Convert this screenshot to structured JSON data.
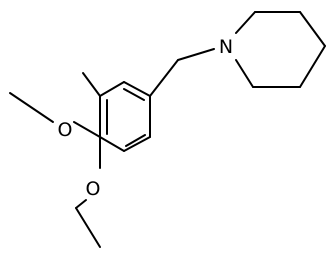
{
  "molecule": {
    "atoms": {
      "nitrogen": "N",
      "oxygen_upper": "O",
      "oxygen_lower": "O"
    },
    "colors": {
      "bond": "#000000",
      "label": "#000000",
      "background": "#ffffff"
    }
  }
}
